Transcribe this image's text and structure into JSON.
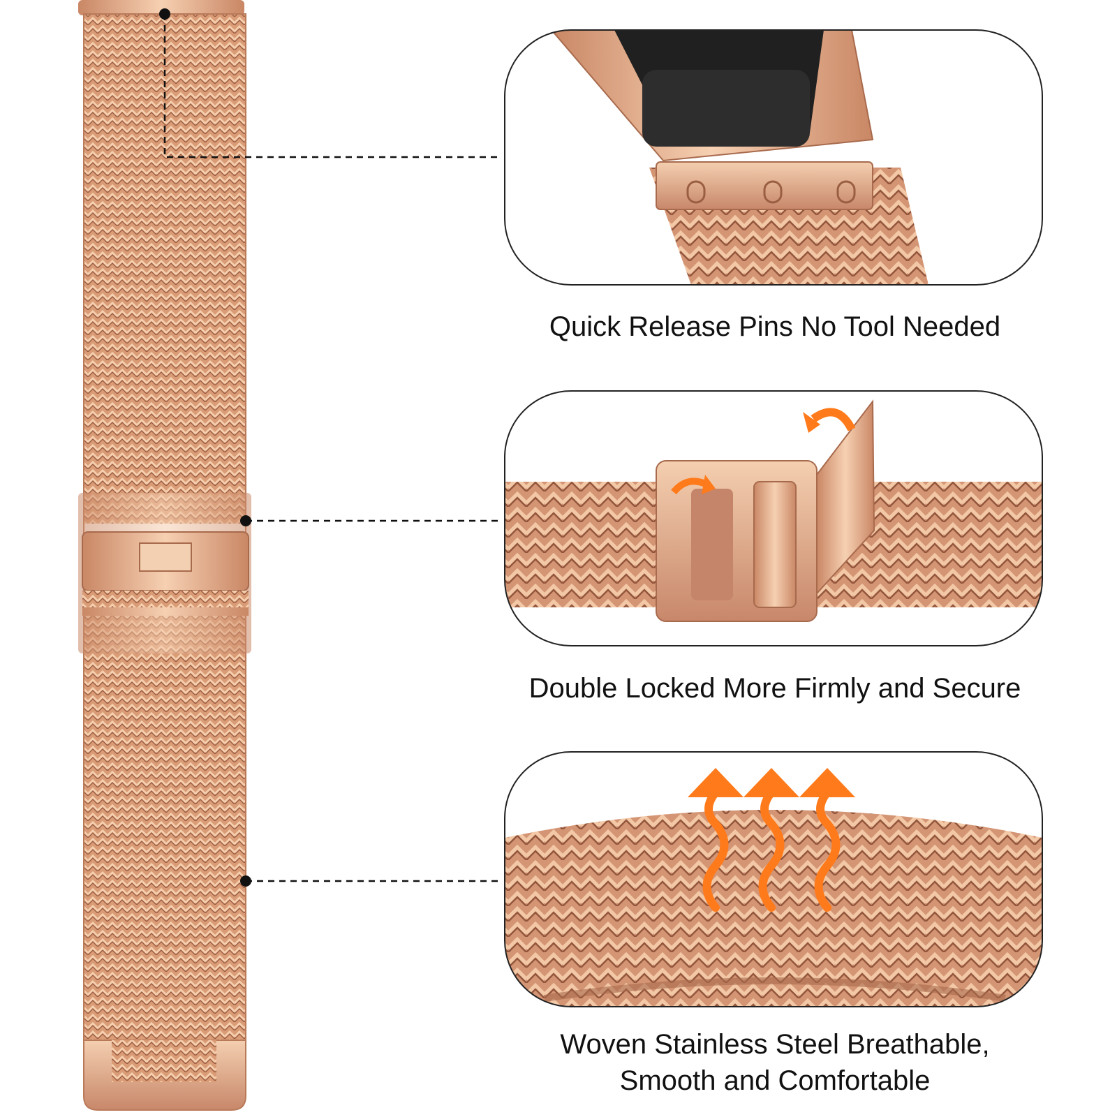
{
  "colors": {
    "rose_gold_light": "#f3c6a2",
    "rose_gold_mid": "#dca07a",
    "rose_gold_dark": "#a9674a",
    "watch_black": "#1f1f1f",
    "accent_orange": "#ff7a1a",
    "frame_border": "#222222"
  },
  "features": [
    {
      "caption": "Quick Release Pins No Tool Needed",
      "icon": "quick-release-pins-icon"
    },
    {
      "caption": "Double Locked More Firmly and Secure",
      "icon": "double-lock-clasp-icon"
    },
    {
      "caption_lines": [
        "Woven Stainless Steel Breathable,",
        "Smooth and Comfortable"
      ],
      "icon": "breathable-mesh-icon"
    }
  ]
}
